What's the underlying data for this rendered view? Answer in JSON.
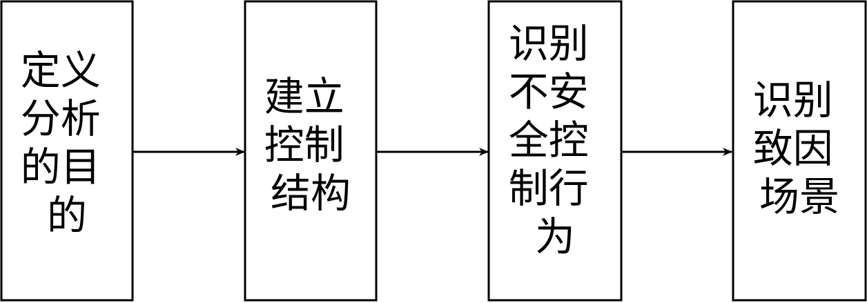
{
  "steps": [
    {
      "lines": [
        "定义",
        "分析",
        "的目",
        "的"
      ]
    },
    {
      "lines": [
        "建立",
        "控制",
        "结构"
      ]
    },
    {
      "lines": [
        "识别",
        "不安",
        "全控",
        "制行",
        "为"
      ]
    },
    {
      "lines": [
        "识别",
        "致因",
        "场景"
      ]
    }
  ]
}
